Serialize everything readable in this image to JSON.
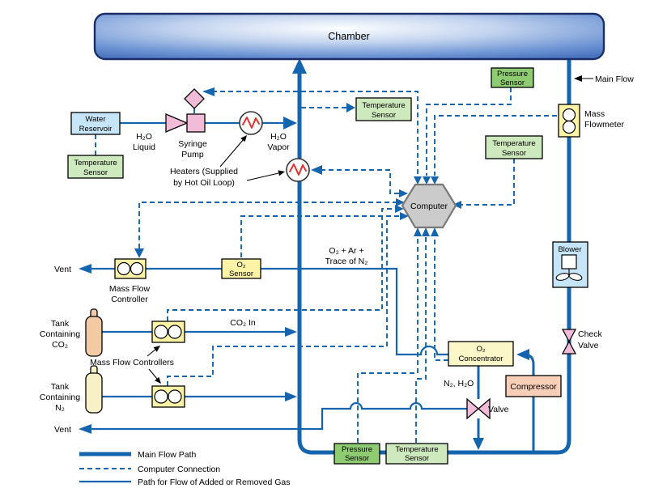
{
  "chamber": {
    "label": "Chamber"
  },
  "top_right": {
    "main_flow": "Main Flow",
    "mass_flowmeter": [
      "Mass",
      "Flowmeter"
    ],
    "pressure_sensor": [
      "Pressure",
      "Sensor"
    ],
    "temperature_sensor": [
      "Temperature",
      "Sensor"
    ],
    "blower": "Blower",
    "check_valve": [
      "Check",
      "Valve"
    ]
  },
  "water_system": {
    "reservoir": [
      "Water",
      "Reservoir"
    ],
    "temperature_sensor": [
      "Temperature",
      "Sensor"
    ],
    "h2o_liquid": [
      "H₂O",
      "Liquid"
    ],
    "syringe_pump": [
      "Syringe",
      "Pump"
    ],
    "h2o_vapor": [
      "H₂O",
      "Vapor"
    ],
    "heaters_note": [
      "Heaters (Supplied",
      "by Hot Oil Loop)"
    ]
  },
  "mid_sensors": {
    "temperature_sensor": [
      "Temperature",
      "Sensor"
    ]
  },
  "computer": {
    "label": "Computer"
  },
  "vent_line": {
    "vent": "Vent",
    "mass_flow_controller": [
      "Mass Flow",
      "Controller"
    ],
    "o2_sensor": [
      "O₂",
      "Sensor"
    ],
    "gas_label": [
      "O₂ + Ar +",
      "Trace of N₂"
    ]
  },
  "gas_supply": {
    "tank_co2": [
      "Tank",
      "Containing",
      "CO₂"
    ],
    "tank_n2": [
      "Tank",
      "Containing",
      "N₂"
    ],
    "mfcs_label": "Mass Flow Controllers",
    "co2_in": "CO₂ In"
  },
  "recovery": {
    "o2_concentrator": [
      "O₂",
      "Concentrator"
    ],
    "n2_h2o": "N₂, H₂O",
    "compressor": "Compressor",
    "valve": "Valve",
    "vent": "Vent"
  },
  "bottom_sensors": {
    "pressure": [
      "Pressure",
      "Sensor"
    ],
    "temperature": [
      "Temperature",
      "Sensor"
    ]
  },
  "legend": {
    "main_flow_path": "Main Flow Path",
    "computer_connection": "Computer Connection",
    "added_gas_path": "Path for Flow of Added or Removed Gas"
  },
  "colors": {
    "line_blue": "#1565AE",
    "sensor_green_light": "#CFE9BE",
    "sensor_green_medium": "#8FCB72",
    "component_yellow": "#FCF3A6",
    "concentrator_yellow": "#FCF7C8",
    "pink": "#F2BCD9",
    "compressor_peach": "#F7CEB8",
    "computer_gray": "#CBCBCB",
    "water_blue": "#C7E5F8",
    "tank_co2_color": "#F2CBA4",
    "tank_n2_color": "#F8F1C8",
    "chamber_blue_edge": "#4A74BE"
  }
}
